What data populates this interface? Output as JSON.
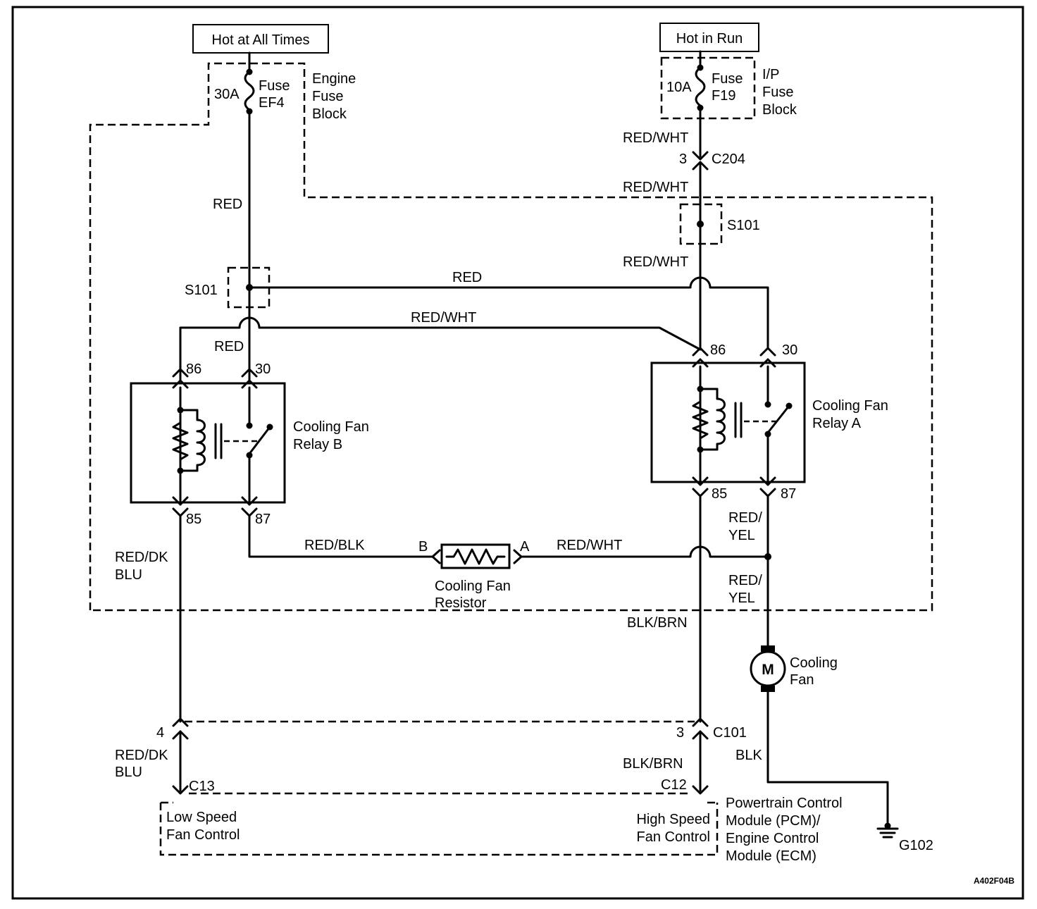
{
  "power_sources": {
    "hot_at_all_times": "Hot at All Times",
    "hot_in_run": "Hot in Run"
  },
  "engine_fuse_block": {
    "label_line1": "Engine",
    "label_line2": "Fuse",
    "label_line3": "Block",
    "fuse_rating": "30A",
    "fuse_line1": "Fuse",
    "fuse_line2": "EF4"
  },
  "ip_fuse_block": {
    "label_line1": "I/P",
    "label_line2": "Fuse",
    "label_line3": "Block",
    "fuse_rating": "10A",
    "fuse_line1": "Fuse",
    "fuse_line2": "F19"
  },
  "connectors": {
    "c204": "C204",
    "c204_pin": "3",
    "c101": "C101",
    "c101_pin_left": "4",
    "c101_pin_right": "3",
    "c13": "C13",
    "c12": "C12"
  },
  "splices": {
    "left": "S101",
    "right": "S101"
  },
  "wires": {
    "red_top": "RED",
    "red_crossover": "RED",
    "red_relay_b_30": "RED",
    "red_wht_c204_above": "RED/WHT",
    "red_wht_c204_below": "RED/WHT",
    "red_wht_s101": "RED/WHT",
    "red_wht_crossover": "RED/WHT",
    "red_wht_resistor": "RED/WHT",
    "red_blk": "RED/BLK",
    "red_dk_blu_upper_1": "RED/DK",
    "red_dk_blu_upper_2": "BLU",
    "red_dk_blu_lower_1": "RED/DK",
    "red_dk_blu_lower_2": "BLU",
    "red_yel_upper_1": "RED/",
    "red_yel_upper_2": "YEL",
    "red_yel_lower_1": "RED/",
    "red_yel_lower_2": "YEL",
    "blk_brn_upper": "BLK/BRN",
    "blk_brn_lower": "BLK/BRN",
    "blk": "BLK"
  },
  "relay_b": {
    "label_line1": "Cooling Fan",
    "label_line2": "Relay B",
    "pin_86": "86",
    "pin_30": "30",
    "pin_85": "85",
    "pin_87": "87"
  },
  "relay_a": {
    "label_line1": "Cooling Fan",
    "label_line2": "Relay A",
    "pin_86": "86",
    "pin_30": "30",
    "pin_85": "85",
    "pin_87": "87"
  },
  "resistor": {
    "label_line1": "Cooling Fan",
    "label_line2": "Resistor",
    "terminal_b": "B",
    "terminal_a": "A"
  },
  "fan": {
    "motor_symbol": "M",
    "label_line1": "Cooling",
    "label_line2": "Fan"
  },
  "ground": {
    "label": "G102"
  },
  "pcm": {
    "label_line1": "Powertrain Control",
    "label_line2": "Module (PCM)/",
    "label_line3": "Engine Control",
    "label_line4": "Module (ECM)",
    "low_line1": "Low Speed",
    "low_line2": "Fan Control",
    "high_line1": "High Speed",
    "high_line2": "Fan Control"
  },
  "figure_code": "A402F04B"
}
